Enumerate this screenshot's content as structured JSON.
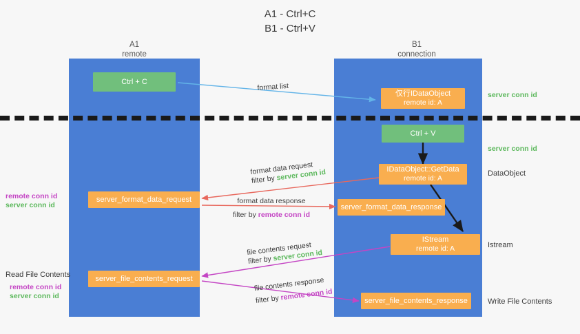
{
  "title": {
    "line1": "A1 - Ctrl+C",
    "line2": "B1 - Ctrl+V"
  },
  "columns": [
    {
      "name": "A1",
      "sub": "remote"
    },
    {
      "name": "B1",
      "sub": "connection"
    }
  ],
  "nodes": {
    "ctrl_c": {
      "label": "Ctrl + C"
    },
    "idataobject": {
      "line1": "仅行IDataObject",
      "line2": "remote id: A"
    },
    "ctrl_v": {
      "label": "Ctrl + V"
    },
    "getdata": {
      "line1": "IDataObject::GetData",
      "line2": "remote id: A"
    },
    "istream": {
      "line1": "IStream",
      "line2": "remote id: A"
    },
    "server_format_data_request": {
      "label": "server_format_data_request"
    },
    "server_format_data_response": {
      "label": "server_format_data_response"
    },
    "server_file_contents_request": {
      "label": "server_file_contents_request"
    },
    "server_file_contents_response": {
      "label": "server_file_contents_response"
    }
  },
  "edge_labels": {
    "format_list": "format list",
    "format_data_request": "format data request",
    "format_data_request_filter_prefix": "filter by ",
    "format_data_request_filter_value": "server conn id",
    "format_data_response": "format data response",
    "format_data_response_filter_prefix": "filter by ",
    "format_data_response_filter_value": "remote conn id",
    "file_contents_request": "file contents request",
    "file_contents_request_filter_prefix": "filter by ",
    "file_contents_request_filter_value": "server conn id",
    "file_contents_response": "file contents response",
    "file_contents_response_filter_prefix": "filter by ",
    "file_contents_response_filter_value": "remote conn id"
  },
  "annotations": {
    "right_server_conn_id_1": "server conn id",
    "right_server_conn_id_2": "server conn id",
    "right_dataobject": "DataObject",
    "right_istream": "Istream",
    "right_write_file_contents": "Write File Contents",
    "left_remote_conn_id_1": "remote conn id",
    "left_server_conn_id_1": "server conn id",
    "left_read_file_contents": "Read File Contents",
    "left_remote_conn_id_2": "remote conn id",
    "left_server_conn_id_2": "server conn id"
  },
  "colors": {
    "lane": "#4a7ed4",
    "green_node": "#71bf7c",
    "orange_node": "#f9ae4f",
    "green_text": "#5cb85c",
    "magenta_text": "#c445c4",
    "arrow_blue": "#63b4e8",
    "arrow_red": "#e8685d",
    "arrow_magenta": "#c445c4",
    "arrow_dark": "#1a1a1a",
    "background": "#f7f7f7"
  }
}
